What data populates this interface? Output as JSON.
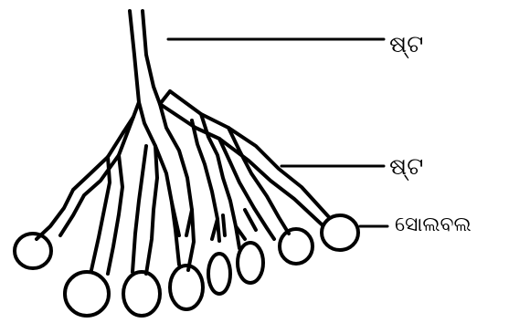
{
  "labels": {
    "top": "ଷ୍ଟ",
    "middle": "ଷ୍ଟ",
    "bottom": "ସୋଲବଲ"
  },
  "colors": {
    "ink": "#000000",
    "background": "#ffffff"
  }
}
